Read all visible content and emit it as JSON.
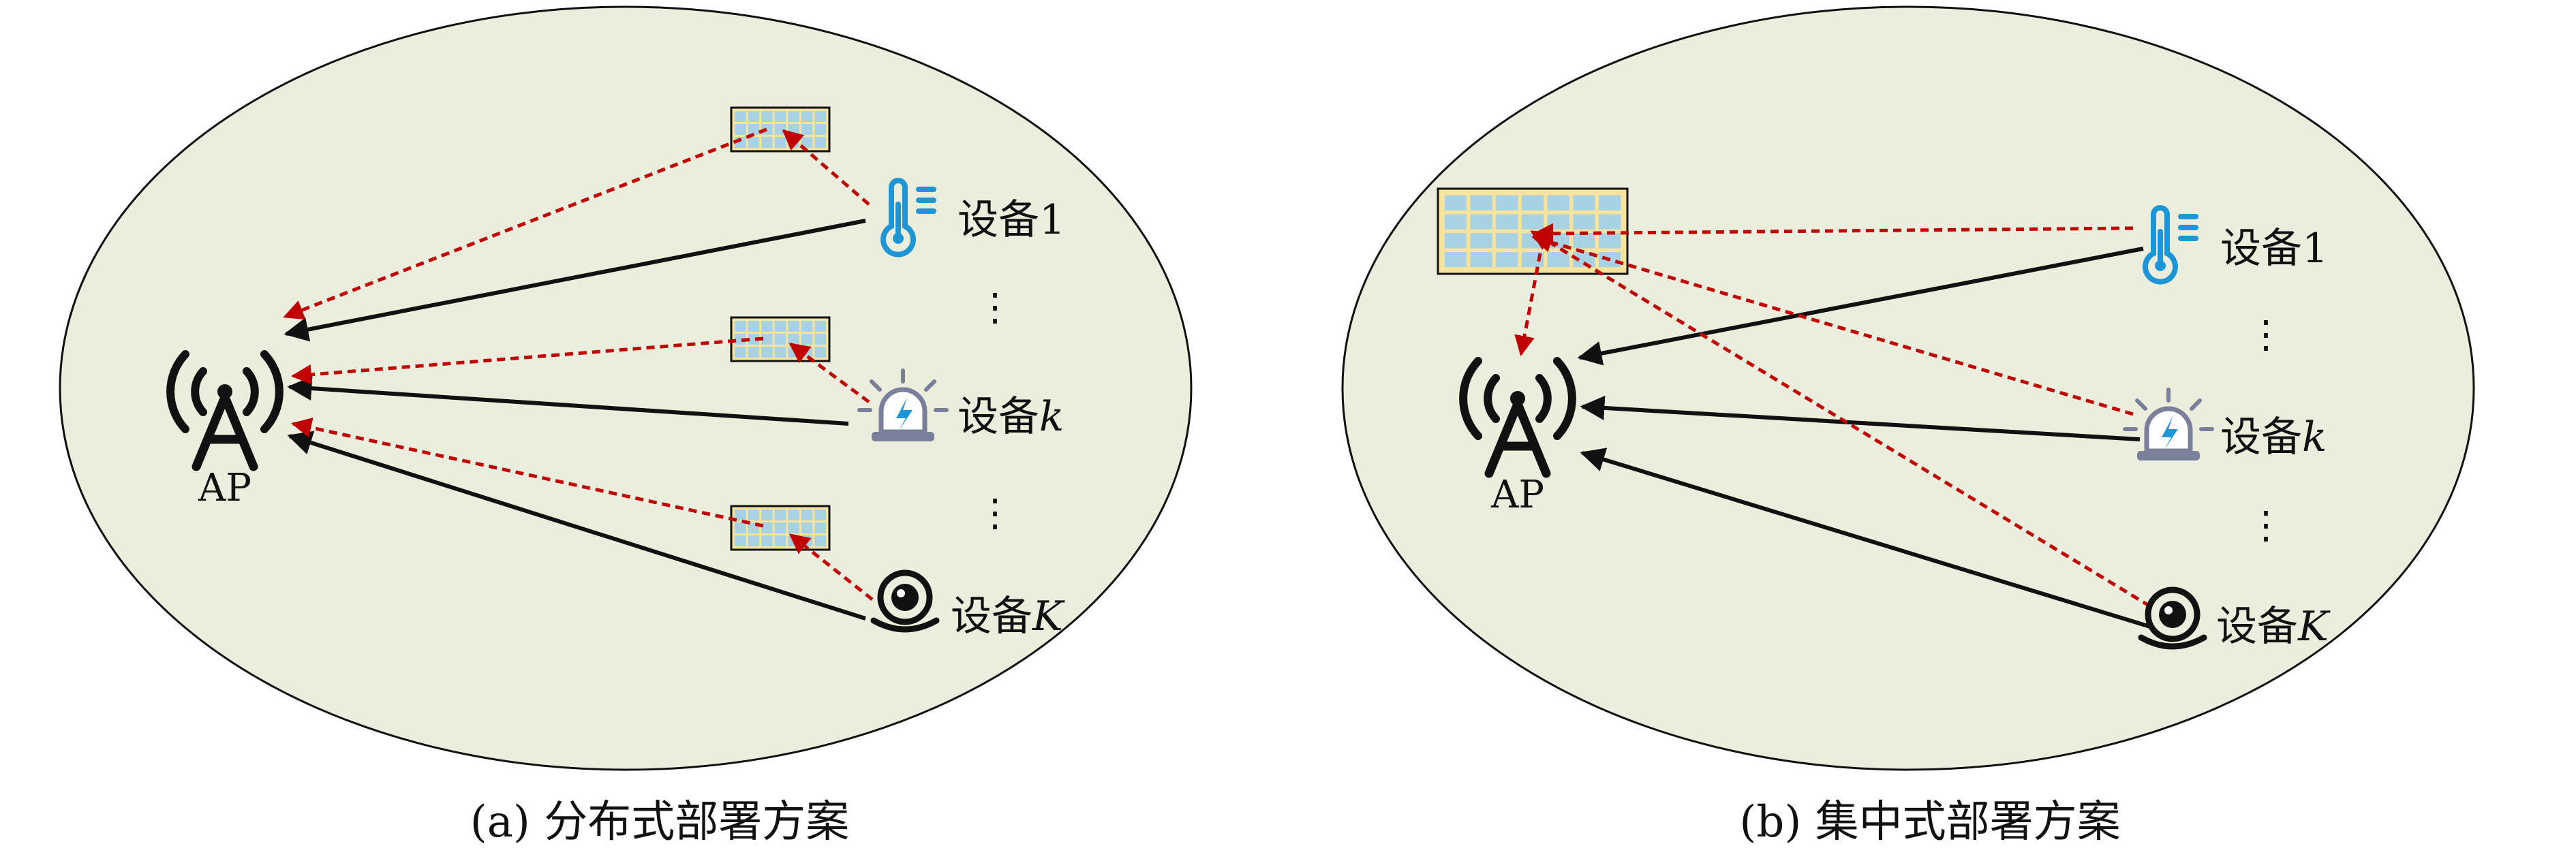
{
  "panels": {
    "a": {
      "caption": "(a) 分布式部署方案",
      "ap_label": "AP",
      "devices": [
        {
          "prefix": "设备",
          "index": "1",
          "icon": "thermometer-icon"
        },
        {
          "prefix": "设备",
          "index": "k",
          "icon": "alarm-light-icon"
        },
        {
          "prefix": "设备",
          "index": "K",
          "icon": "camera-icon"
        }
      ]
    },
    "b": {
      "caption": "(b) 集中式部署方案",
      "ap_label": "AP",
      "devices": [
        {
          "prefix": "设备",
          "index": "1",
          "icon": "thermometer-icon"
        },
        {
          "prefix": "设备",
          "index": "k",
          "icon": "alarm-light-icon"
        },
        {
          "prefix": "设备",
          "index": "K",
          "icon": "camera-icon"
        }
      ]
    }
  },
  "ellipsis": "⋮",
  "colors": {
    "ellipse_fill": "#ebeedd",
    "ris_fill": "#f6e39e",
    "ris_cell": "#a8d2e4",
    "direct_link": "#111111",
    "reflected_link": "#c00000",
    "thermometer": "#1e96d6",
    "alarm_base": "#7a7f9a",
    "alarm_bolt": "#1e96d6"
  }
}
